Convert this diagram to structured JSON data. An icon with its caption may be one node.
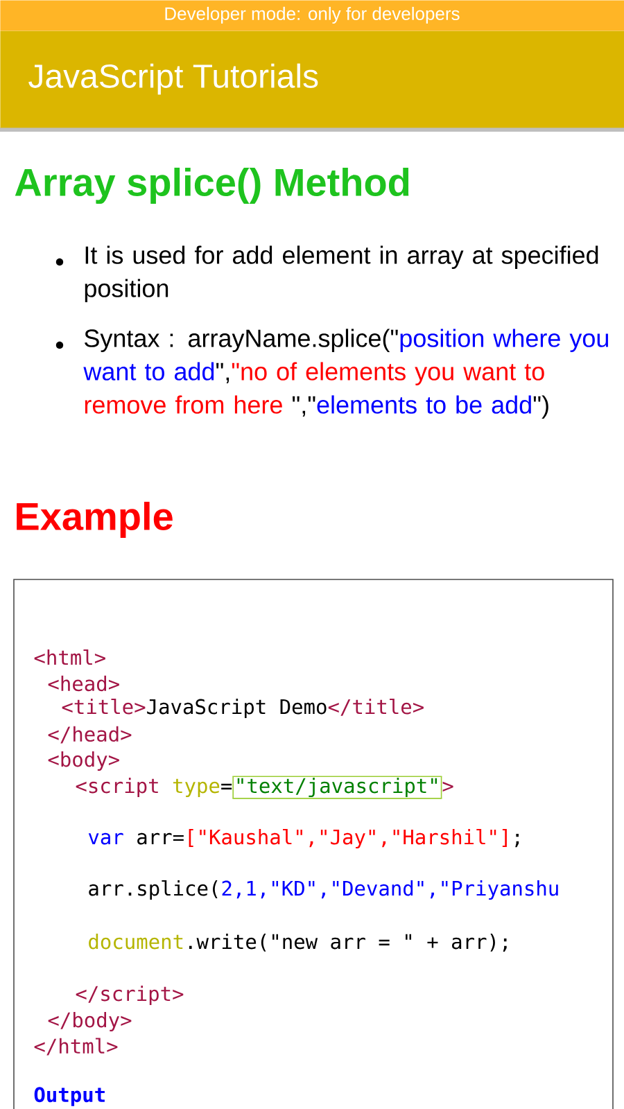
{
  "diagram": {
    "nodes": [
      {
        "text": [
          "Developer mode: only for developers"
        ]
      },
      {
        "text": [
          "JavaScript Tutorials"
        ]
      },
      {
        "text": [
          "<html>",
          "<head>",
          "<title>",
          "JavaScript Demo",
          "</title>",
          "</head>",
          "<body>",
          "<script",
          "type",
          "=",
          "\"text/javascript\"",
          ">",
          "var",
          "arr=",
          "[\"Kaushal\",\"Jay\",\"Harshil\"]",
          ";",
          "arr.splice(",
          "2,1,\"KD\",\"Devand\",\"Priyanshu",
          "document",
          ".write(\"new arr = \" + arr);",
          "</script>",
          "</body>",
          "</html>",
          "Output"
        ]
      }
    ],
    "labels": [
      "Array splice() Method",
      "It is used for add element in array at specified position",
      "Syntax : arrayName.splice(\"",
      "position where you want to add",
      "\",",
      "\"no of elements you want to remove from here",
      "\",\"",
      "elements to be add",
      "\")",
      "Example"
    ]
  }
}
